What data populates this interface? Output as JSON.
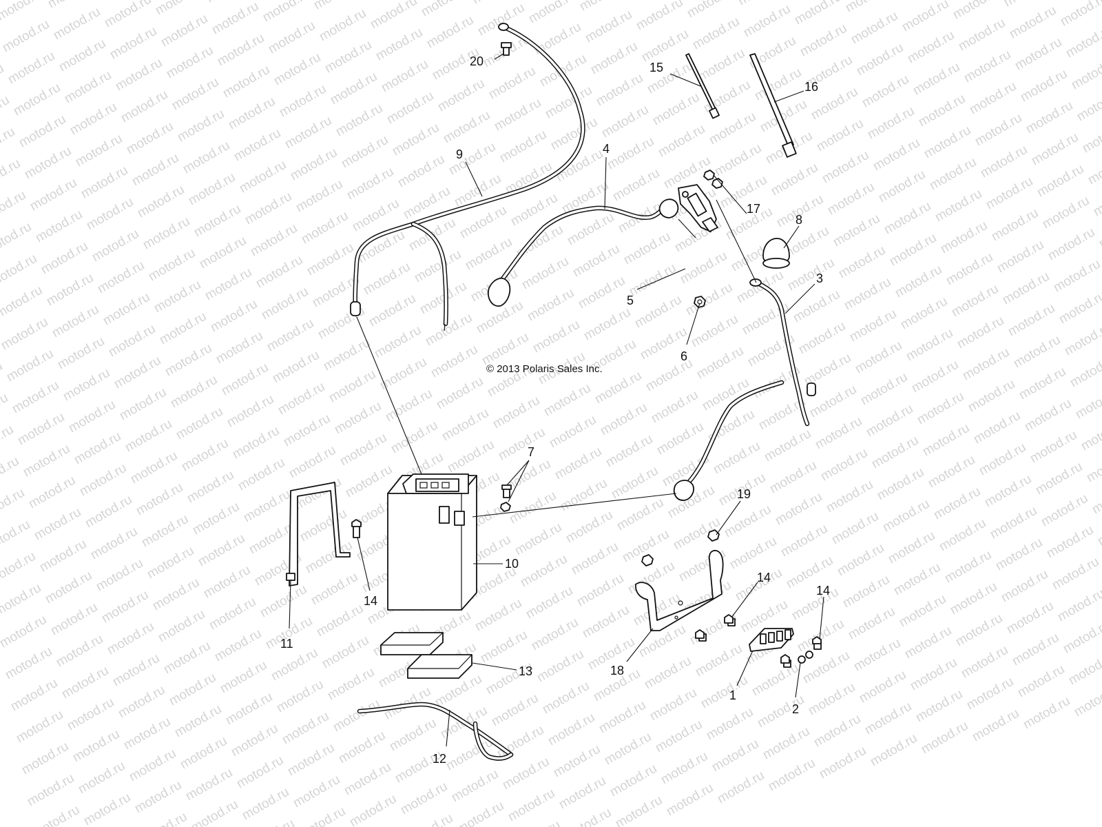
{
  "watermark": {
    "text": "motod.ru"
  },
  "copyright": "© 2013 Polaris Sales Inc.",
  "callouts": {
    "c1": "1",
    "c2": "2",
    "c3": "3",
    "c4": "4",
    "c5": "5",
    "c6": "6",
    "c7": "7",
    "c8": "8",
    "c9": "9",
    "c10": "10",
    "c11": "11",
    "c12": "12",
    "c13": "13",
    "c14a": "14",
    "c14b": "14",
    "c14c": "14",
    "c15": "15",
    "c16": "16",
    "c17": "17",
    "c18": "18",
    "c19": "19",
    "c20": "20"
  }
}
